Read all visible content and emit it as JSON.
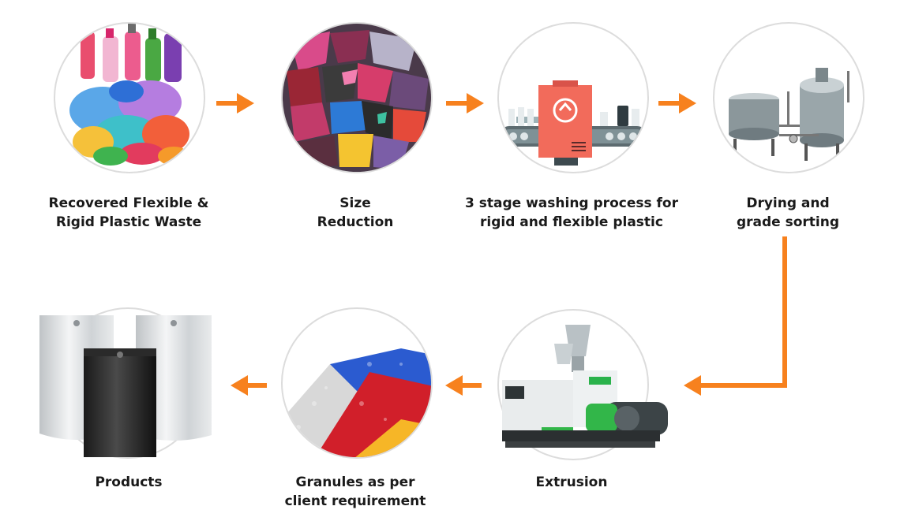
{
  "accent_color": "#f7811e",
  "stages": [
    {
      "id": "recovered",
      "line1": "Recovered Flexible &",
      "line2": "Rigid Plastic Waste",
      "icon": "plastic-waste-icon"
    },
    {
      "id": "size",
      "line1": "Size",
      "line2": "Reduction",
      "icon": "plastic-flakes-icon"
    },
    {
      "id": "washing",
      "line1": "3 stage washing process for",
      "line2": "rigid and flexible plastic",
      "icon": "recycling-conveyor-icon"
    },
    {
      "id": "drying",
      "line1": "Drying and",
      "line2": "grade sorting",
      "icon": "drying-tanks-icon"
    },
    {
      "id": "extrusion",
      "line1": "Extrusion",
      "line2": "",
      "icon": "extruder-machine-icon"
    },
    {
      "id": "granules",
      "line1": "Granules as per",
      "line2": "client requirement",
      "icon": "plastic-granules-icon"
    },
    {
      "id": "products",
      "line1": "Products",
      "line2": "",
      "icon": "pouch-products-icon"
    }
  ]
}
